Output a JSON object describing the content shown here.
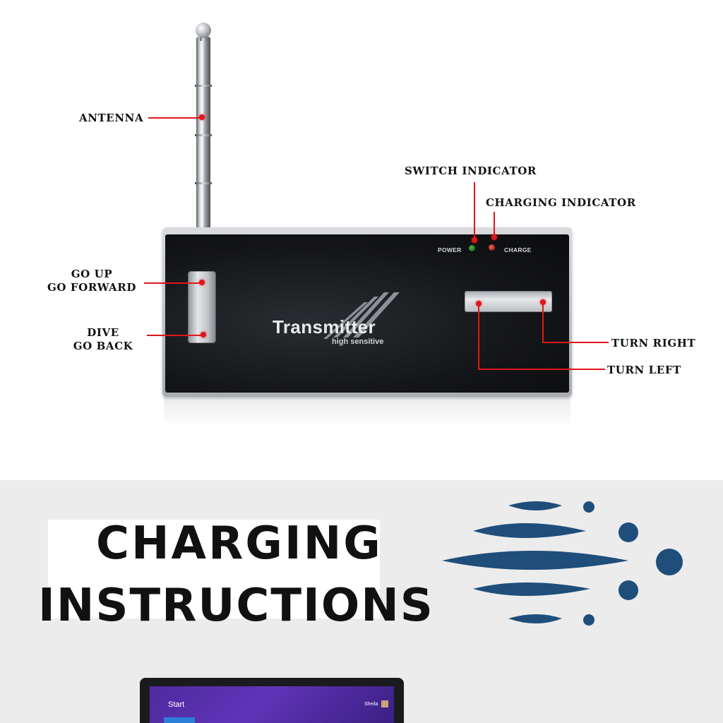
{
  "annotations": {
    "antenna": "ANTENNA",
    "switch_indicator": "SWITCH INDICATOR",
    "charging_indicator": "CHARGING INDICATOR",
    "go_up": "GO UP",
    "go_forward": "GO FORWARD",
    "dive": "DIVE",
    "go_back": "GO BACK",
    "turn_right": "TURN RIGHT",
    "turn_left": "TURN LEFT"
  },
  "device": {
    "power_label": "POWER",
    "charge_label": "CHARGE",
    "brand": "Transmitter",
    "brand_sub": "high sensitive"
  },
  "heading": {
    "line1": "CHARGING",
    "line2": "INSTRUCTIONS"
  },
  "laptop": {
    "start_label": "Start",
    "user_name": "Sheila"
  },
  "colors": {
    "callout_red": "#e0161b",
    "fish_blue": "#1f4e7a",
    "device_black": "#141518"
  },
  "icons": [
    "antenna",
    "power-led-green",
    "charge-led-red",
    "fish-school-logo"
  ]
}
